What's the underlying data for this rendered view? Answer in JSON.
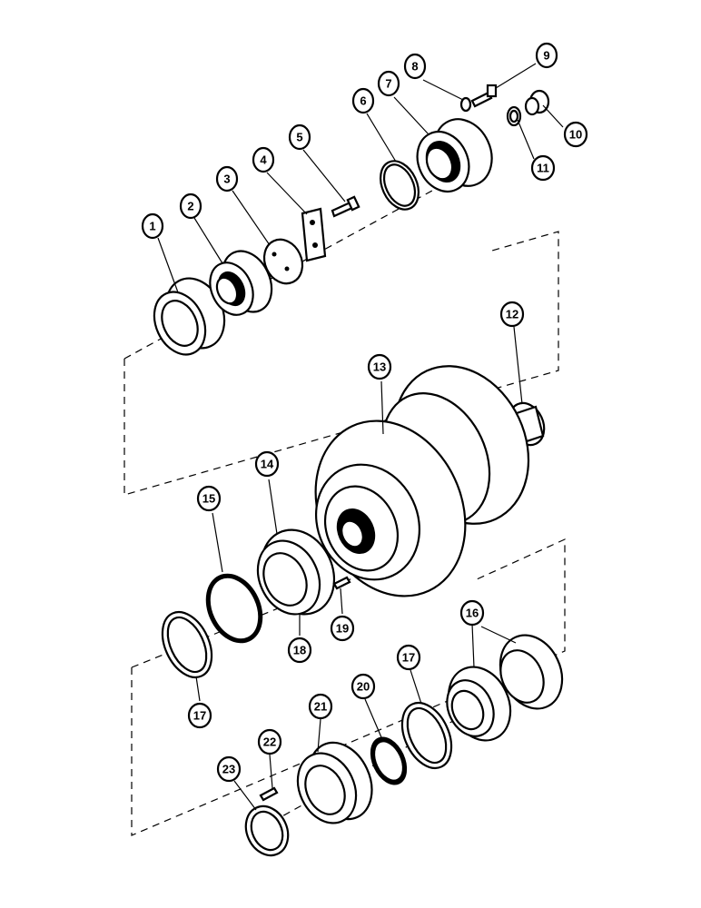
{
  "callouts": [
    {
      "id": "1",
      "label": "1"
    },
    {
      "id": "2",
      "label": "2"
    },
    {
      "id": "3",
      "label": "3"
    },
    {
      "id": "4",
      "label": "4"
    },
    {
      "id": "5",
      "label": "5"
    },
    {
      "id": "6",
      "label": "6"
    },
    {
      "id": "7",
      "label": "7"
    },
    {
      "id": "8",
      "label": "8"
    },
    {
      "id": "9",
      "label": "9"
    },
    {
      "id": "10",
      "label": "10"
    },
    {
      "id": "11",
      "label": "11"
    },
    {
      "id": "12",
      "label": "12"
    },
    {
      "id": "13",
      "label": "13"
    },
    {
      "id": "14",
      "label": "14"
    },
    {
      "id": "15",
      "label": "15"
    },
    {
      "id": "16",
      "label": "16"
    },
    {
      "id": "17a",
      "label": "17"
    },
    {
      "id": "17b",
      "label": "17"
    },
    {
      "id": "18",
      "label": "18"
    },
    {
      "id": "19",
      "label": "19"
    },
    {
      "id": "20",
      "label": "20"
    },
    {
      "id": "21",
      "label": "21"
    },
    {
      "id": "22",
      "label": "22"
    },
    {
      "id": "23",
      "label": "23"
    }
  ]
}
